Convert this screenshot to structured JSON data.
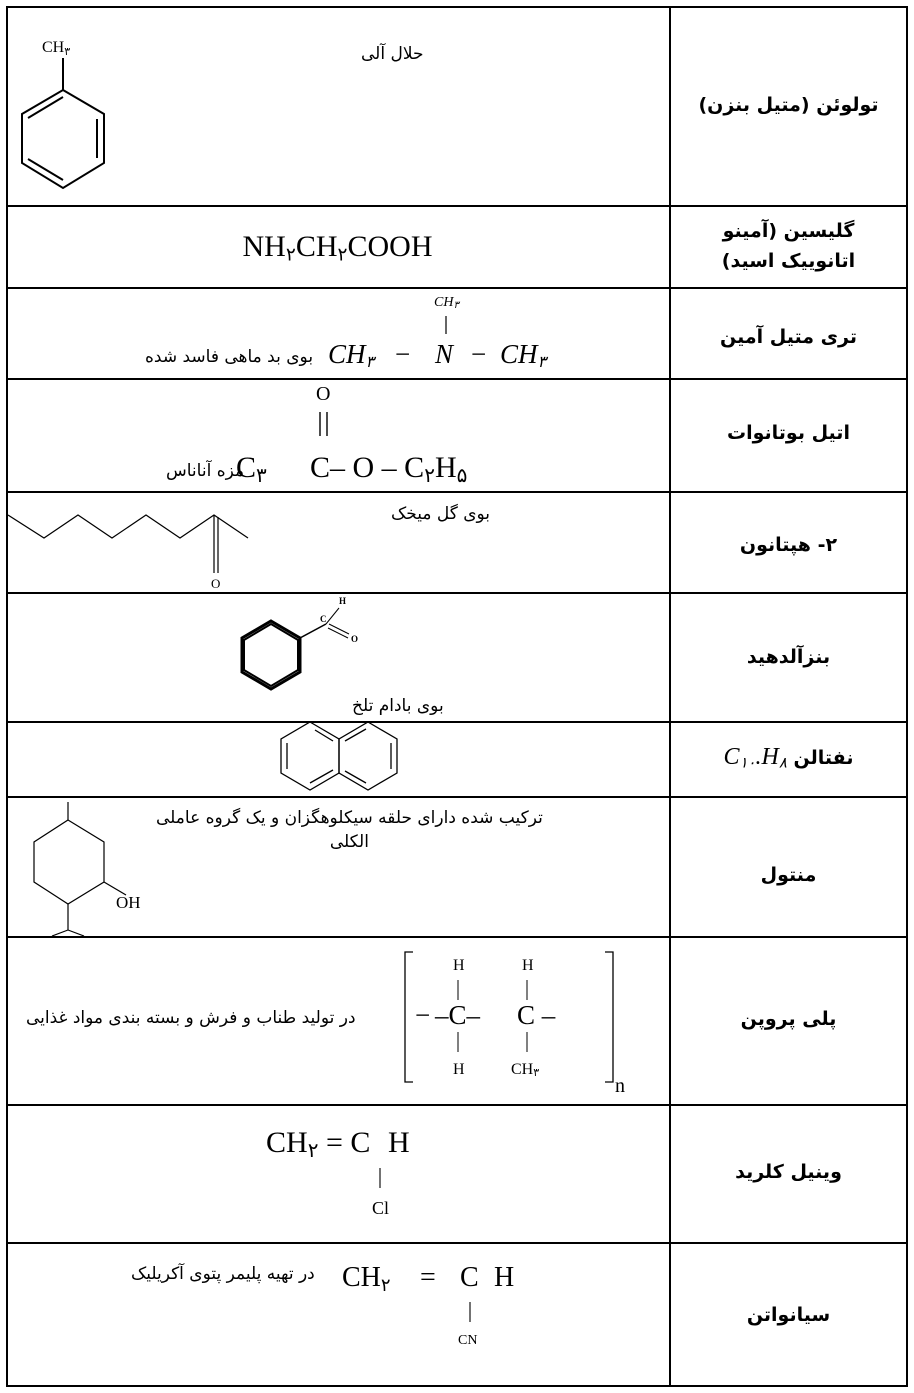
{
  "table": {
    "rows": [
      {
        "name": "تولوئن (متیل بنزن)",
        "desc": "حلال آلی",
        "formula": {
          "ch": "CH",
          "sub": "۳"
        }
      },
      {
        "name_line1": "گلیسین (آمینو",
        "name_line2": "اتانوییک اسید)",
        "formula": {
          "p1": "NH",
          "s1": "۲",
          "p2": "CH",
          "s2": "۲",
          "p3": "COOH"
        }
      },
      {
        "name": "تری متیل آمین",
        "desc": "بوی بد ماهی فاسد شده",
        "formula": {
          "top": "CH",
          "top_sub": "۳",
          "left": "CH",
          "left_sub": "۳",
          "dash1": "−",
          "n": "N",
          "dash2": "−",
          "right": "CH",
          "right_sub": "۳"
        }
      },
      {
        "name": "اتیل بوتانوات",
        "desc": "مزه آناناس",
        "formula": {
          "o": "O",
          "c3": "C",
          "c3_sub": "۳",
          "c": "C",
          "rest": "– O – C",
          "r_sub1": "۲",
          "h": "H",
          "r_sub2": "۵"
        }
      },
      {
        "name": "۲- هپتانون",
        "desc": "بوی گل میخک",
        "formula": {
          "o": "O"
        }
      },
      {
        "name": "بنزآلدهید",
        "desc": "بوی بادام تلخ",
        "formula": {
          "h": "H",
          "c": "C",
          "o": "O"
        }
      },
      {
        "name": "نفتالن",
        "formula": {
          "c": "C",
          "c_sub": "۱۰",
          "h": "H",
          "h_sub": "۸"
        }
      },
      {
        "name": "منتول",
        "desc_line1": "ترکیب شده دارای حلقه سیکلوهگزان و یک گروه عاملی",
        "desc_line2": "الکلی",
        "formula": {
          "oh": "OH"
        }
      },
      {
        "name": "پلی پروپن",
        "desc": "در تولید طناب و فرش و بسته بندی مواد غذایی",
        "formula": {
          "h1": "H",
          "h2": "H",
          "c1": "–C–",
          "c2": "C –",
          "dash": "−",
          "h3": "H",
          "ch3": "CH",
          "ch3_sub": "۳",
          "n": "n"
        }
      },
      {
        "name": "وینیل کلرید",
        "formula": {
          "ch2": "CH",
          "ch2_sub": "۲",
          "eq": "= C",
          "h": "H",
          "cl": "Cl"
        }
      },
      {
        "name": "سیانواتن",
        "desc": "در تهیه پلیمر پتوی آکریلیک",
        "formula": {
          "ch2": "CH",
          "ch2_sub": "۲",
          "eq": "=",
          "c": "C",
          "h": "H",
          "cn": "CN"
        }
      }
    ]
  }
}
